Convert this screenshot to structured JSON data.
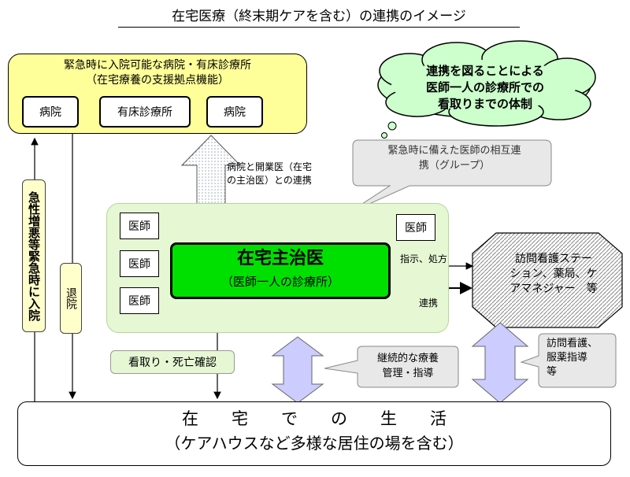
{
  "title": "在宅医療（終末期ケアを含む）の連携のイメージ",
  "emergency_facilities": {
    "title_line1": "緊急時に入院可能な病院・有床診療所",
    "title_line2": "（在宅療養の支援拠点機能）",
    "items": [
      "病院",
      "有床診療所",
      "病院"
    ]
  },
  "cloud": {
    "line1": "連携を図ることによる",
    "line2": "医師一人の診療所での",
    "line3": "看取りまでの体制"
  },
  "mutual_callout": {
    "line1": "緊急時に備えた医師の相互連",
    "line2": "携（グループ）"
  },
  "hospital_liaison": {
    "line1": "病院と開業医（在宅",
    "line2": "の主治医）との連携"
  },
  "doctors": [
    "医師",
    "医師",
    "医師",
    "医師"
  ],
  "home_physician": {
    "title": "在宅主治医",
    "subtitle": "（医師一人の診療所）"
  },
  "instruction_label": "指示、処方",
  "cooperation_label": "連携",
  "home_nursing": {
    "line1": "訪問看護ステー",
    "line2": "ション、薬局、ケ",
    "line3": "アマネジャー　等"
  },
  "emergency_admission_label": "急性増悪等緊急時に入院",
  "discharge_label": "退院",
  "end_of_life_label": "看取り・死亡確認",
  "continuous_care": {
    "line1": "継続的な療養",
    "line2": "管理・指導"
  },
  "visit_services": {
    "line1": "訪問看護、",
    "line2": "服薬指導",
    "line3": "等"
  },
  "home_life": {
    "title": "在　　宅　　で　　の　　生　　活",
    "subtitle": "（ケアハウスなど多様な居住の場を含む）"
  },
  "colors": {
    "emergency_fill": "#ffff99",
    "physician_fill": "#00e000",
    "region_fill": "#e6f7d4",
    "arrow_fill": "#ccccff",
    "callout_fill": "#e8e8e8"
  }
}
